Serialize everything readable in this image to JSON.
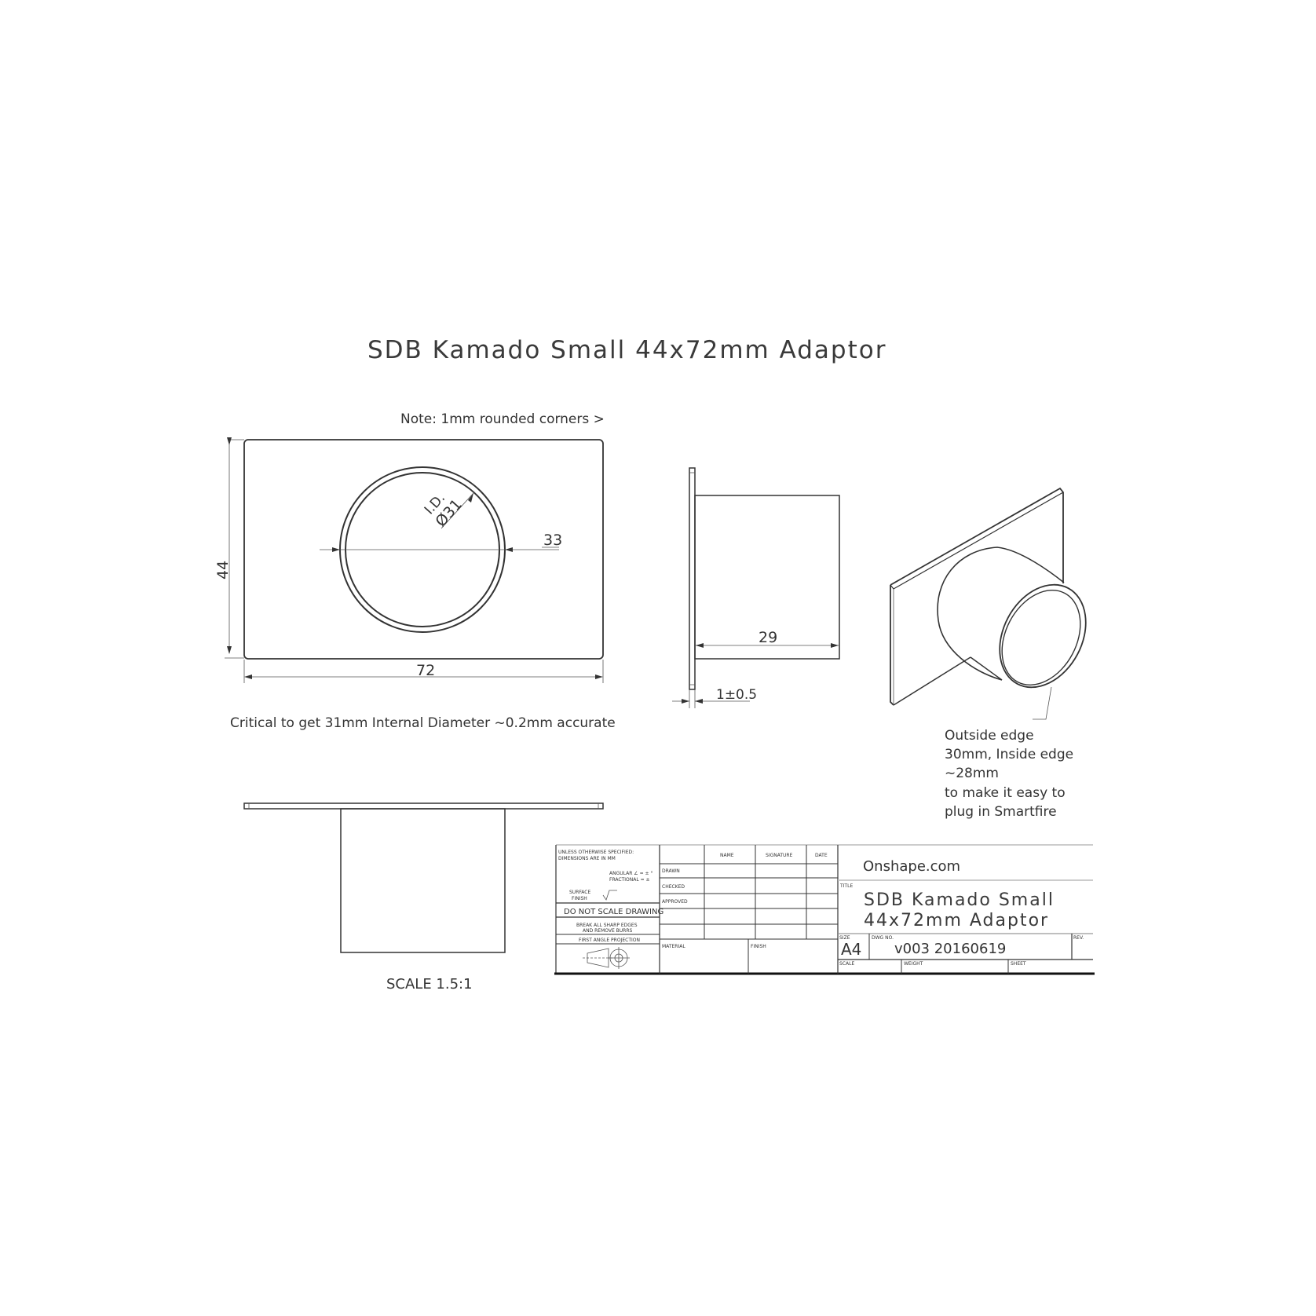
{
  "drawing": {
    "title": "SDB Kamado Small 44x72mm Adaptor",
    "note_corners": "Note: 1mm rounded corners >",
    "note_critical": "Critical to get 31mm Internal Diameter ~0.2mm accurate",
    "scale_label": "SCALE 1.5:1",
    "front_view": {
      "dim_width": "72",
      "dim_height": "44",
      "dim_outer_diameter": "33",
      "dim_inner_label": "I.D.",
      "dim_inner_diameter": "Ø31"
    },
    "side_view": {
      "dim_length": "29",
      "dim_flange_thickness": "1±0.5"
    },
    "iso_view": {
      "callout_lines": [
        "Outside edge",
        "30mm, Inside edge",
        "~28mm",
        "to make it easy to",
        "plug in Smartfire"
      ]
    }
  },
  "title_block": {
    "general_tolerance": {
      "line1": "UNLESS OTHERWISE SPECIFIED:",
      "line2": "DIMENSIONS ARE IN MM",
      "angular": "ANGULAR ∠ = ± °",
      "fractional": "FRACTIONAL = ±",
      "surface_finish_1": "SURFACE",
      "surface_finish_2": "FINISH"
    },
    "do_not_scale": "DO NOT SCALE DRAWING",
    "break_edges_1": "BREAK ALL SHARP EDGES",
    "break_edges_2": "AND REMOVE BURRS",
    "projection": "FIRST ANGLE PROJECTION",
    "columns": [
      "NAME",
      "SIGNATURE",
      "DATE"
    ],
    "rows": [
      "DRAWN",
      "CHECKED",
      "APPROVED",
      "",
      ""
    ],
    "material_label": "MATERIAL",
    "finish_label": "FINISH",
    "company": "Onshape.com",
    "title_label": "TITLE",
    "title_line1": "SDB Kamado Small",
    "title_line2": "44x72mm Adaptor",
    "size_label": "SIZE",
    "size_value": "A4",
    "dwg_no_label": "DWG NO.",
    "dwg_no_value": "v003 20160619",
    "rev_label": "REV.",
    "scale_label": "SCALE",
    "weight_label": "WEIGHT",
    "sheet_label": "SHEET"
  }
}
